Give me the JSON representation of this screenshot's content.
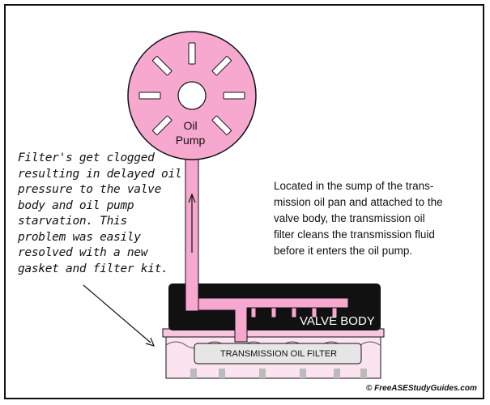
{
  "pump": {
    "line1": "Oil",
    "line2": "Pump"
  },
  "note_lines": [
    "Filter's get clogged",
    "resulting in delayed oil",
    "pressure to the valve",
    "body and oil pump",
    "starvation. This",
    "problem was easily",
    "resolved with a new",
    "gasket and filter kit."
  ],
  "description_lines": [
    "Located in the sump of the trans-",
    "mission oil pan and attached to the",
    "valve body, the transmission oil",
    "filter cleans the transmission fluid",
    "before it enters the oil pump."
  ],
  "valve_body_label": "VALVE BODY",
  "filter_label": "TRANSMISSION OIL FILTER",
  "copyright": "© FreeASEStudyGuides.com",
  "colors": {
    "pink": "#f7a8cf",
    "pan_pink": "#fbe3ef",
    "black": "#111111",
    "gray": "#d9d9d9"
  }
}
